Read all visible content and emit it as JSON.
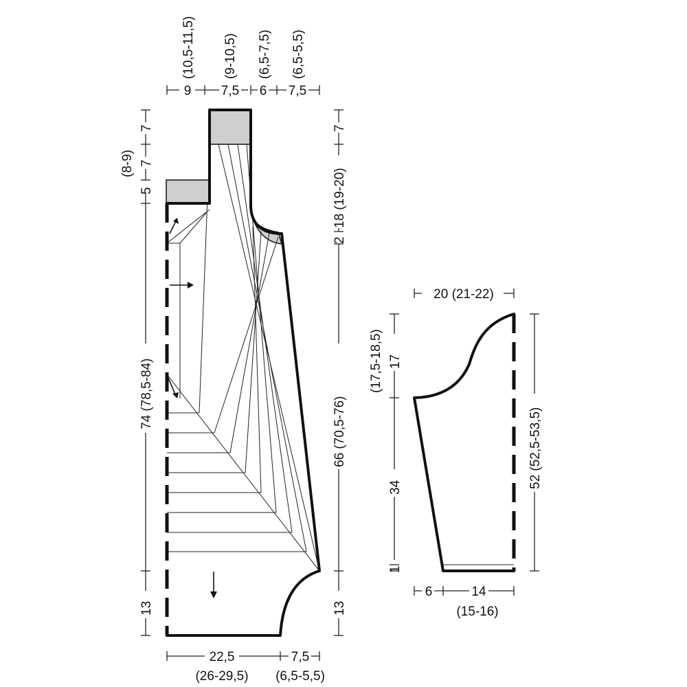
{
  "colors": {
    "line": "#111111",
    "ribbing": "#cfcfcf",
    "background": "#ffffff"
  },
  "body_piece": {
    "top_widths": [
      "9",
      "7,5",
      "6",
      "7,5"
    ],
    "top_sizes": [
      "(10,5-11,5)",
      "(9-10,5)",
      "(6,5-7,5)",
      "(6,5-5,5)"
    ],
    "left_heights": [
      "7",
      "7",
      "5",
      "74 (78,5-84)",
      "13"
    ],
    "left_extra": "(8-9)",
    "right_heights": [
      "7",
      "18 (19-20)",
      "2",
      "66 (70,5-76)",
      "13"
    ],
    "bottom_widths": [
      "22,5",
      "7,5"
    ],
    "bottom_sizes": [
      "(26-29,5)",
      "(6,5-5,5)"
    ]
  },
  "sleeve": {
    "top_width": "20 (21-22)",
    "left_heights": [
      "17",
      "(17,5-18,5)",
      "34",
      "1"
    ],
    "right_height": "52 (52,5-53,5)",
    "bottom_widths": [
      "6",
      "14"
    ],
    "bottom_sizes": "(15-16)"
  }
}
